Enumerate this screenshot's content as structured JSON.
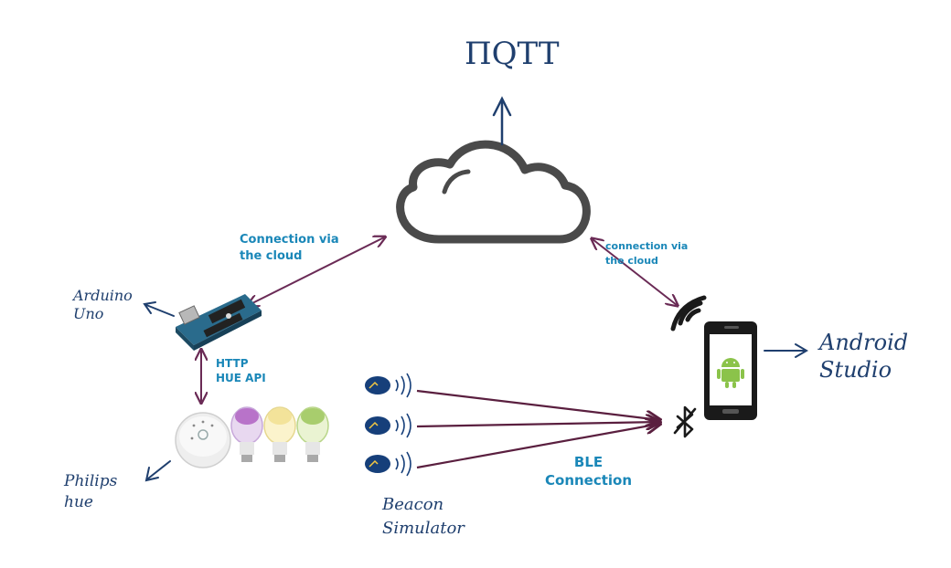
{
  "labels": {
    "mqtt": "ΠQTT",
    "cloud_left": "Connection via\nthe cloud",
    "cloud_right": "connection via\nthe cloud",
    "arduino": "Arduino\nUno",
    "http_api": "HTTP\nHUE API",
    "philips": "Philips\nhue",
    "android": "Android\nStudio",
    "beacon": "Beacon\nSimulator",
    "ble": "BLE\nConnection"
  },
  "colors": {
    "connection_line": "#6a2a55",
    "ble_line": "#5a1f3f",
    "arrow_navy": "#1f3f6e",
    "label_teal": "#1a87b8",
    "cloud_stroke": "#4a4a4a",
    "android_green": "#8bc34a"
  }
}
